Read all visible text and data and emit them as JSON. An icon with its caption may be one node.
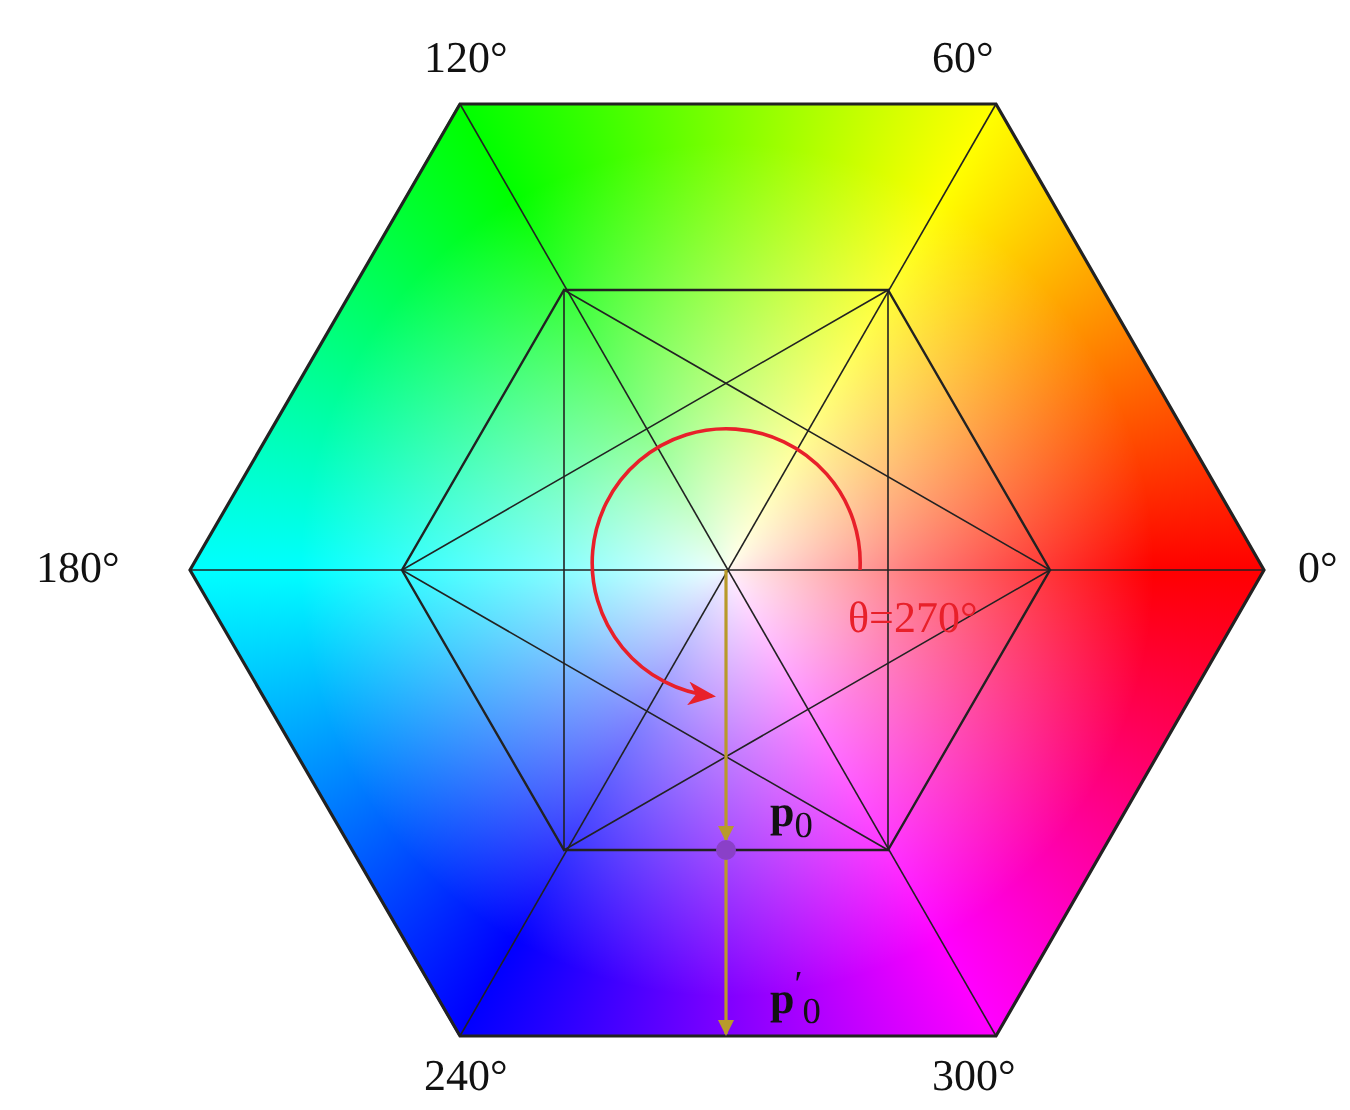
{
  "diagram": {
    "labels": [
      "120°",
      "60°",
      "180°",
      "0°",
      "θ=270°",
      "**p**$_{0}$",
      "**p**$^{′}$$_{0}$",
      "240°",
      "300°"
    ]
  }
}
